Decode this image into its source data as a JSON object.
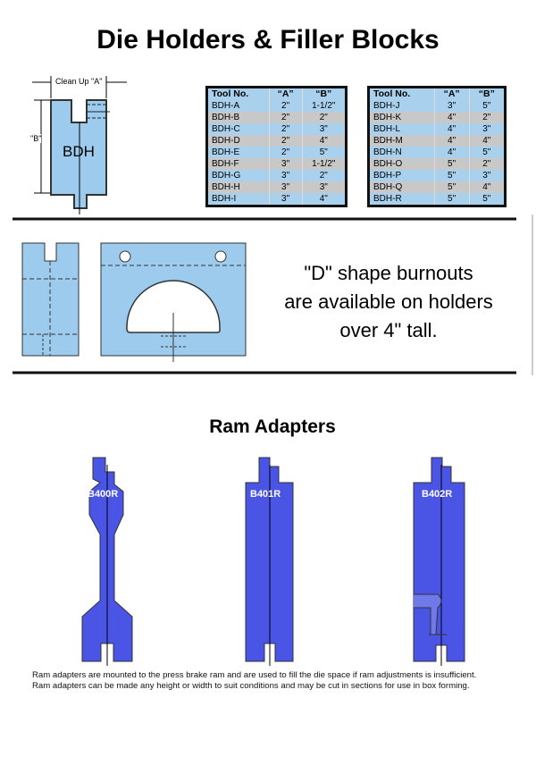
{
  "title": "Die Holders & Filler Blocks",
  "diagram": {
    "clean_up_label": "Clean Up \"A\"",
    "b_label": "\"B\"",
    "body_label": "BDH"
  },
  "tables": [
    {
      "headers": [
        "Tool No.",
        "“A”",
        "“B”"
      ],
      "rows": [
        [
          "BDH-A",
          "2\"",
          "1-1/2\""
        ],
        [
          "BDH-B",
          "2\"",
          "2\""
        ],
        [
          "BDH-C",
          "2\"",
          "3\""
        ],
        [
          "BDH-D",
          "2\"",
          "4\""
        ],
        [
          "BDH-E",
          "2\"",
          "5\""
        ],
        [
          "BDH-F",
          "3\"",
          "1-1/2\""
        ],
        [
          "BDH-G",
          "3\"",
          "2\""
        ],
        [
          "BDH-H",
          "3\"",
          "3\""
        ],
        [
          "BDH-I",
          "3\"",
          "4\""
        ]
      ]
    },
    {
      "headers": [
        "Tool No.",
        "“A”",
        "“B”"
      ],
      "rows": [
        [
          "BDH-J",
          "3\"",
          "5\""
        ],
        [
          "BDH-K",
          "4\"",
          "2\""
        ],
        [
          "BDH-L",
          "4\"",
          "3\""
        ],
        [
          "BDH-M",
          "4\"",
          "4\""
        ],
        [
          "BDH-N",
          "4\"",
          "5\""
        ],
        [
          "BDH-O",
          "5\"",
          "2\""
        ],
        [
          "BDH-P",
          "5\"",
          "3\""
        ],
        [
          "BDH-Q",
          "5\"",
          "4\""
        ],
        [
          "BDH-R",
          "5\"",
          "5\""
        ]
      ]
    }
  ],
  "burnout_text": [
    "\"D\" shape burnouts",
    "are available on holders",
    "over 4\" tall."
  ],
  "ram_title": "Ram Adapters",
  "rams": [
    "B400R",
    "B401R",
    "B402R"
  ],
  "note": [
    "Ram adapters are mounted to the press brake ram and are used to fill the die space if ram adjustments is insufficient.",
    "Ram adapters can be made any height or width to suit conditions and may be cut in sections for use in box forming."
  ],
  "colors": {
    "light_blue": "#9ccbee",
    "ram_blue": "#4a55e6",
    "row_gray": "#c8c8c8"
  }
}
